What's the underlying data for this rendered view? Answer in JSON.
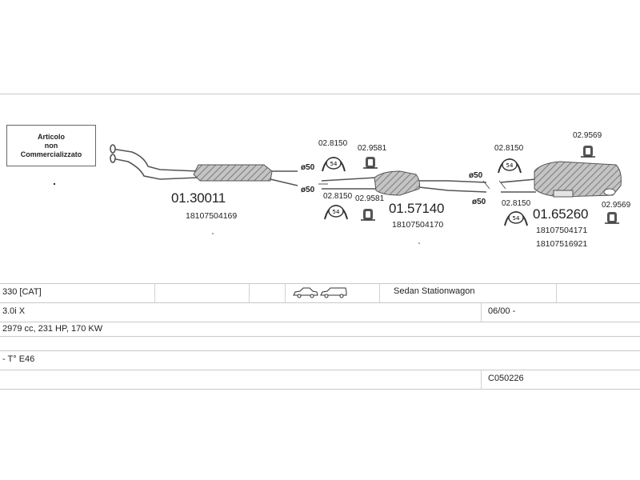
{
  "not_commercialized": [
    "Articolo",
    "non",
    "Commercializzato"
  ],
  "parts": {
    "front_pipe": {
      "number": "01.30011",
      "oe": [
        "18107504169"
      ]
    },
    "center_muffler": {
      "number": "01.57140",
      "oe": [
        "18107504170"
      ]
    },
    "rear_muffler": {
      "number": "01.65260",
      "oe": [
        "18107504171",
        "18107516921"
      ]
    }
  },
  "small_parts": {
    "clamp_a_top": "02.8150",
    "clamp_a_bottom": "02.8150",
    "hanger_a_top": "02.9581",
    "hanger_a_bottom": "02.9581",
    "clamp_b_top": "02.8150",
    "clamp_b_bottom": "02.8150",
    "hanger_b_top": "02.9569",
    "hanger_b_bottom": "02.9569"
  },
  "diameters": {
    "j1_top": "ø50",
    "j1_bottom": "ø50",
    "j2_top": "ø50",
    "j2_bottom": "ø50"
  },
  "clamp_size": "54",
  "icons": [
    "sedan-car-icon",
    "stationwagon-car-icon",
    "exhaust-pipe-icon",
    "muffler-icon",
    "clamp-icon",
    "rubber-hanger-icon"
  ],
  "table": {
    "model": "330  [CAT]",
    "body_types": "Sedan  Stationwagon",
    "engine": "3.0i  X",
    "date": "06/00 -",
    "specs": "2979 cc, 231 HP, 170 KW",
    "type": "- T° E46",
    "code": "C050226"
  }
}
